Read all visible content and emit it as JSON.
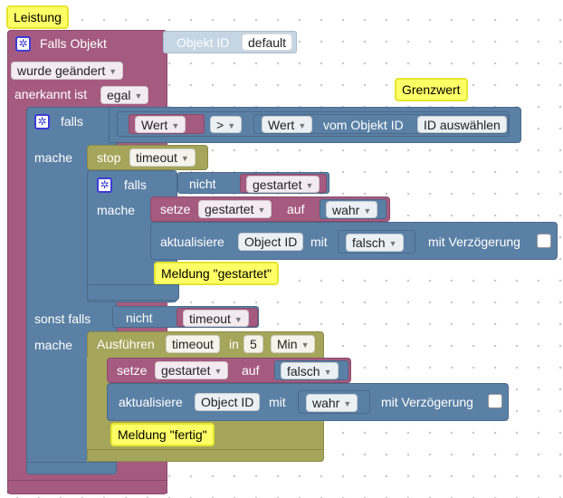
{
  "comments": {
    "leistung": "Leistung",
    "grenzwert": "Grenzwert",
    "meldung_gestartet": "Meldung \"gestartet\"",
    "meldung_fertig": "Meldung \"fertig\""
  },
  "trigger": {
    "label": "Falls Objekt",
    "object_label": "Objekt ID",
    "object_value": "default",
    "changed": "wurde geändert",
    "ack_label": "anerkannt ist",
    "ack_value": "egal"
  },
  "if_block": {
    "falls": "falls",
    "left": "Wert",
    "operator": ">",
    "right": "Wert",
    "from_object": "vom Objekt ID",
    "select_id": "ID auswählen",
    "mache": "mache"
  },
  "stop": {
    "label": "stop",
    "timer": "timeout"
  },
  "inner_if": {
    "falls": "falls",
    "nicht": "nicht",
    "var": "gestartet",
    "mache": "mache",
    "set_label": "setze",
    "set_var": "gestartet",
    "auf": "auf",
    "set_value": "wahr",
    "update_label": "aktualisiere",
    "update_object": "Object ID",
    "mit": "mit",
    "update_value": "falsch",
    "delay": "mit Verzögerung"
  },
  "else_if": {
    "label": "sonst falls",
    "nicht": "nicht",
    "var": "timeout",
    "mache": "mache"
  },
  "run": {
    "label": "Ausführen",
    "timer": "timeout",
    "in": "in",
    "value": "5",
    "unit": "Min",
    "set_label": "setze",
    "set_var": "gestartet",
    "auf": "auf",
    "set_value": "falsch",
    "update_label": "aktualisiere",
    "update_object": "Object ID",
    "mit": "mit",
    "update_value": "wahr",
    "delay": "mit Verzögerung"
  },
  "colors": {
    "event": "#a55b80",
    "control": "#5b80a5",
    "timer": "#a5a55b",
    "comment": "#ffff66"
  }
}
